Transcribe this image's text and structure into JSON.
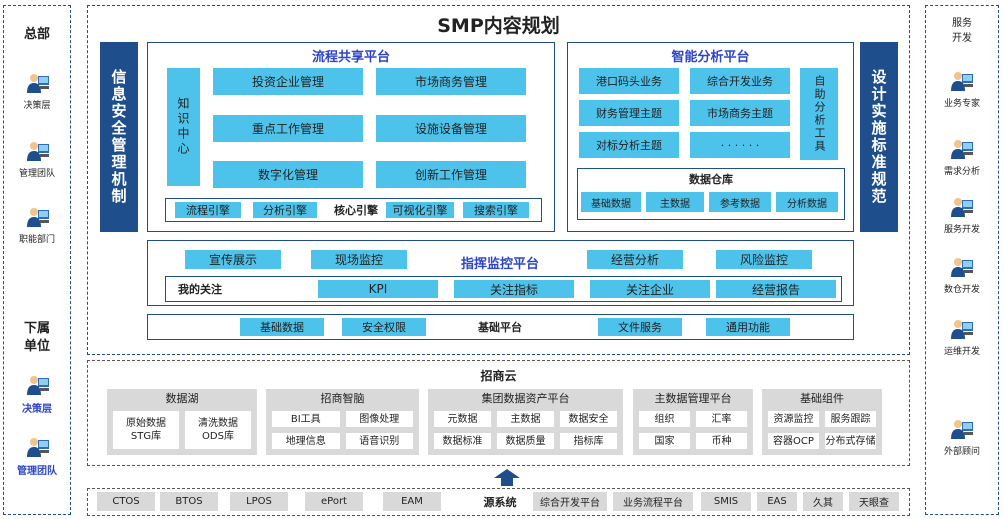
{
  "title": "SMP内容规划",
  "left": {
    "hq_title": "总部",
    "hq_people": [
      "决策层",
      "管理团队",
      "职能部门"
    ],
    "sub_title": "下属\n单位",
    "sub_people": [
      "决策层",
      "管理团队"
    ]
  },
  "right": {
    "top_label": "服务\n开发",
    "people": [
      "业务专家",
      "需求分析",
      "服务开发",
      "数仓开发",
      "运维开发",
      "外部顾问"
    ]
  },
  "side_left": "信息安全管理机制",
  "side_right": "设计实施标准规范",
  "process": {
    "title": "流程共享平台",
    "knowledge": "知识中心",
    "items": [
      "投资企业管理",
      "市场商务管理",
      "重点工作管理",
      "设施设备管理",
      "数字化管理",
      "创新工作管理"
    ],
    "engines": [
      "流程引擎",
      "分析引擎",
      "核心引擎",
      "可视化引擎",
      "搜索引擎"
    ]
  },
  "analysis": {
    "title": "智能分析平台",
    "items": [
      "港口码头业务",
      "综合开发业务",
      "财务管理主题",
      "市场商务主题",
      "对标分析主题",
      "· · · · · ·"
    ],
    "self_tool": "自助分析工具",
    "dw_title": "数据仓库",
    "dw_items": [
      "基础数据",
      "主数据",
      "参考数据",
      "分析数据"
    ]
  },
  "monitor": {
    "title": "指挥监控平台",
    "row1": [
      "宣传展示",
      "现场监控",
      "经营分析",
      "风险监控"
    ],
    "focus_label": "我的关注",
    "row2": [
      "KPI",
      "关注指标",
      "关注企业",
      "经营报告"
    ]
  },
  "base": {
    "title": "基础平台",
    "items": [
      "基础数据",
      "安全权限",
      "文件服务",
      "通用功能"
    ]
  },
  "cloud": {
    "title": "招商云",
    "groups": [
      {
        "title": "数据湖",
        "items": [
          "原始数据\nSTG库",
          "清洗数据\nODS库"
        ]
      },
      {
        "title": "招商智脑",
        "items": [
          "BI工具",
          "图像处理",
          "地理信息",
          "语音识别"
        ]
      },
      {
        "title": "集团数据资产平台",
        "items": [
          "元数据",
          "主数据",
          "数据安全",
          "数据标准",
          "数据质量",
          "指标库"
        ]
      },
      {
        "title": "主数据管理平台",
        "items": [
          "组织",
          "汇率",
          "国家",
          "币种"
        ]
      },
      {
        "title": "基础组件",
        "items": [
          "资源监控",
          "服务跟踪",
          "容器OCP",
          "分布式存储"
        ]
      }
    ]
  },
  "source": {
    "title": "源系统",
    "left": [
      "CTOS",
      "BTOS",
      "LPOS",
      "ePort",
      "EAM"
    ],
    "right": [
      "综合开发平台",
      "业务流程平台",
      "SMIS",
      "EAS",
      "久其",
      "天眼查"
    ]
  },
  "colors": {
    "navy": "#1f4e8c",
    "cyan": "#4dc3ec",
    "gray": "#d9d9d9",
    "title_blue": "#2e45c8"
  }
}
